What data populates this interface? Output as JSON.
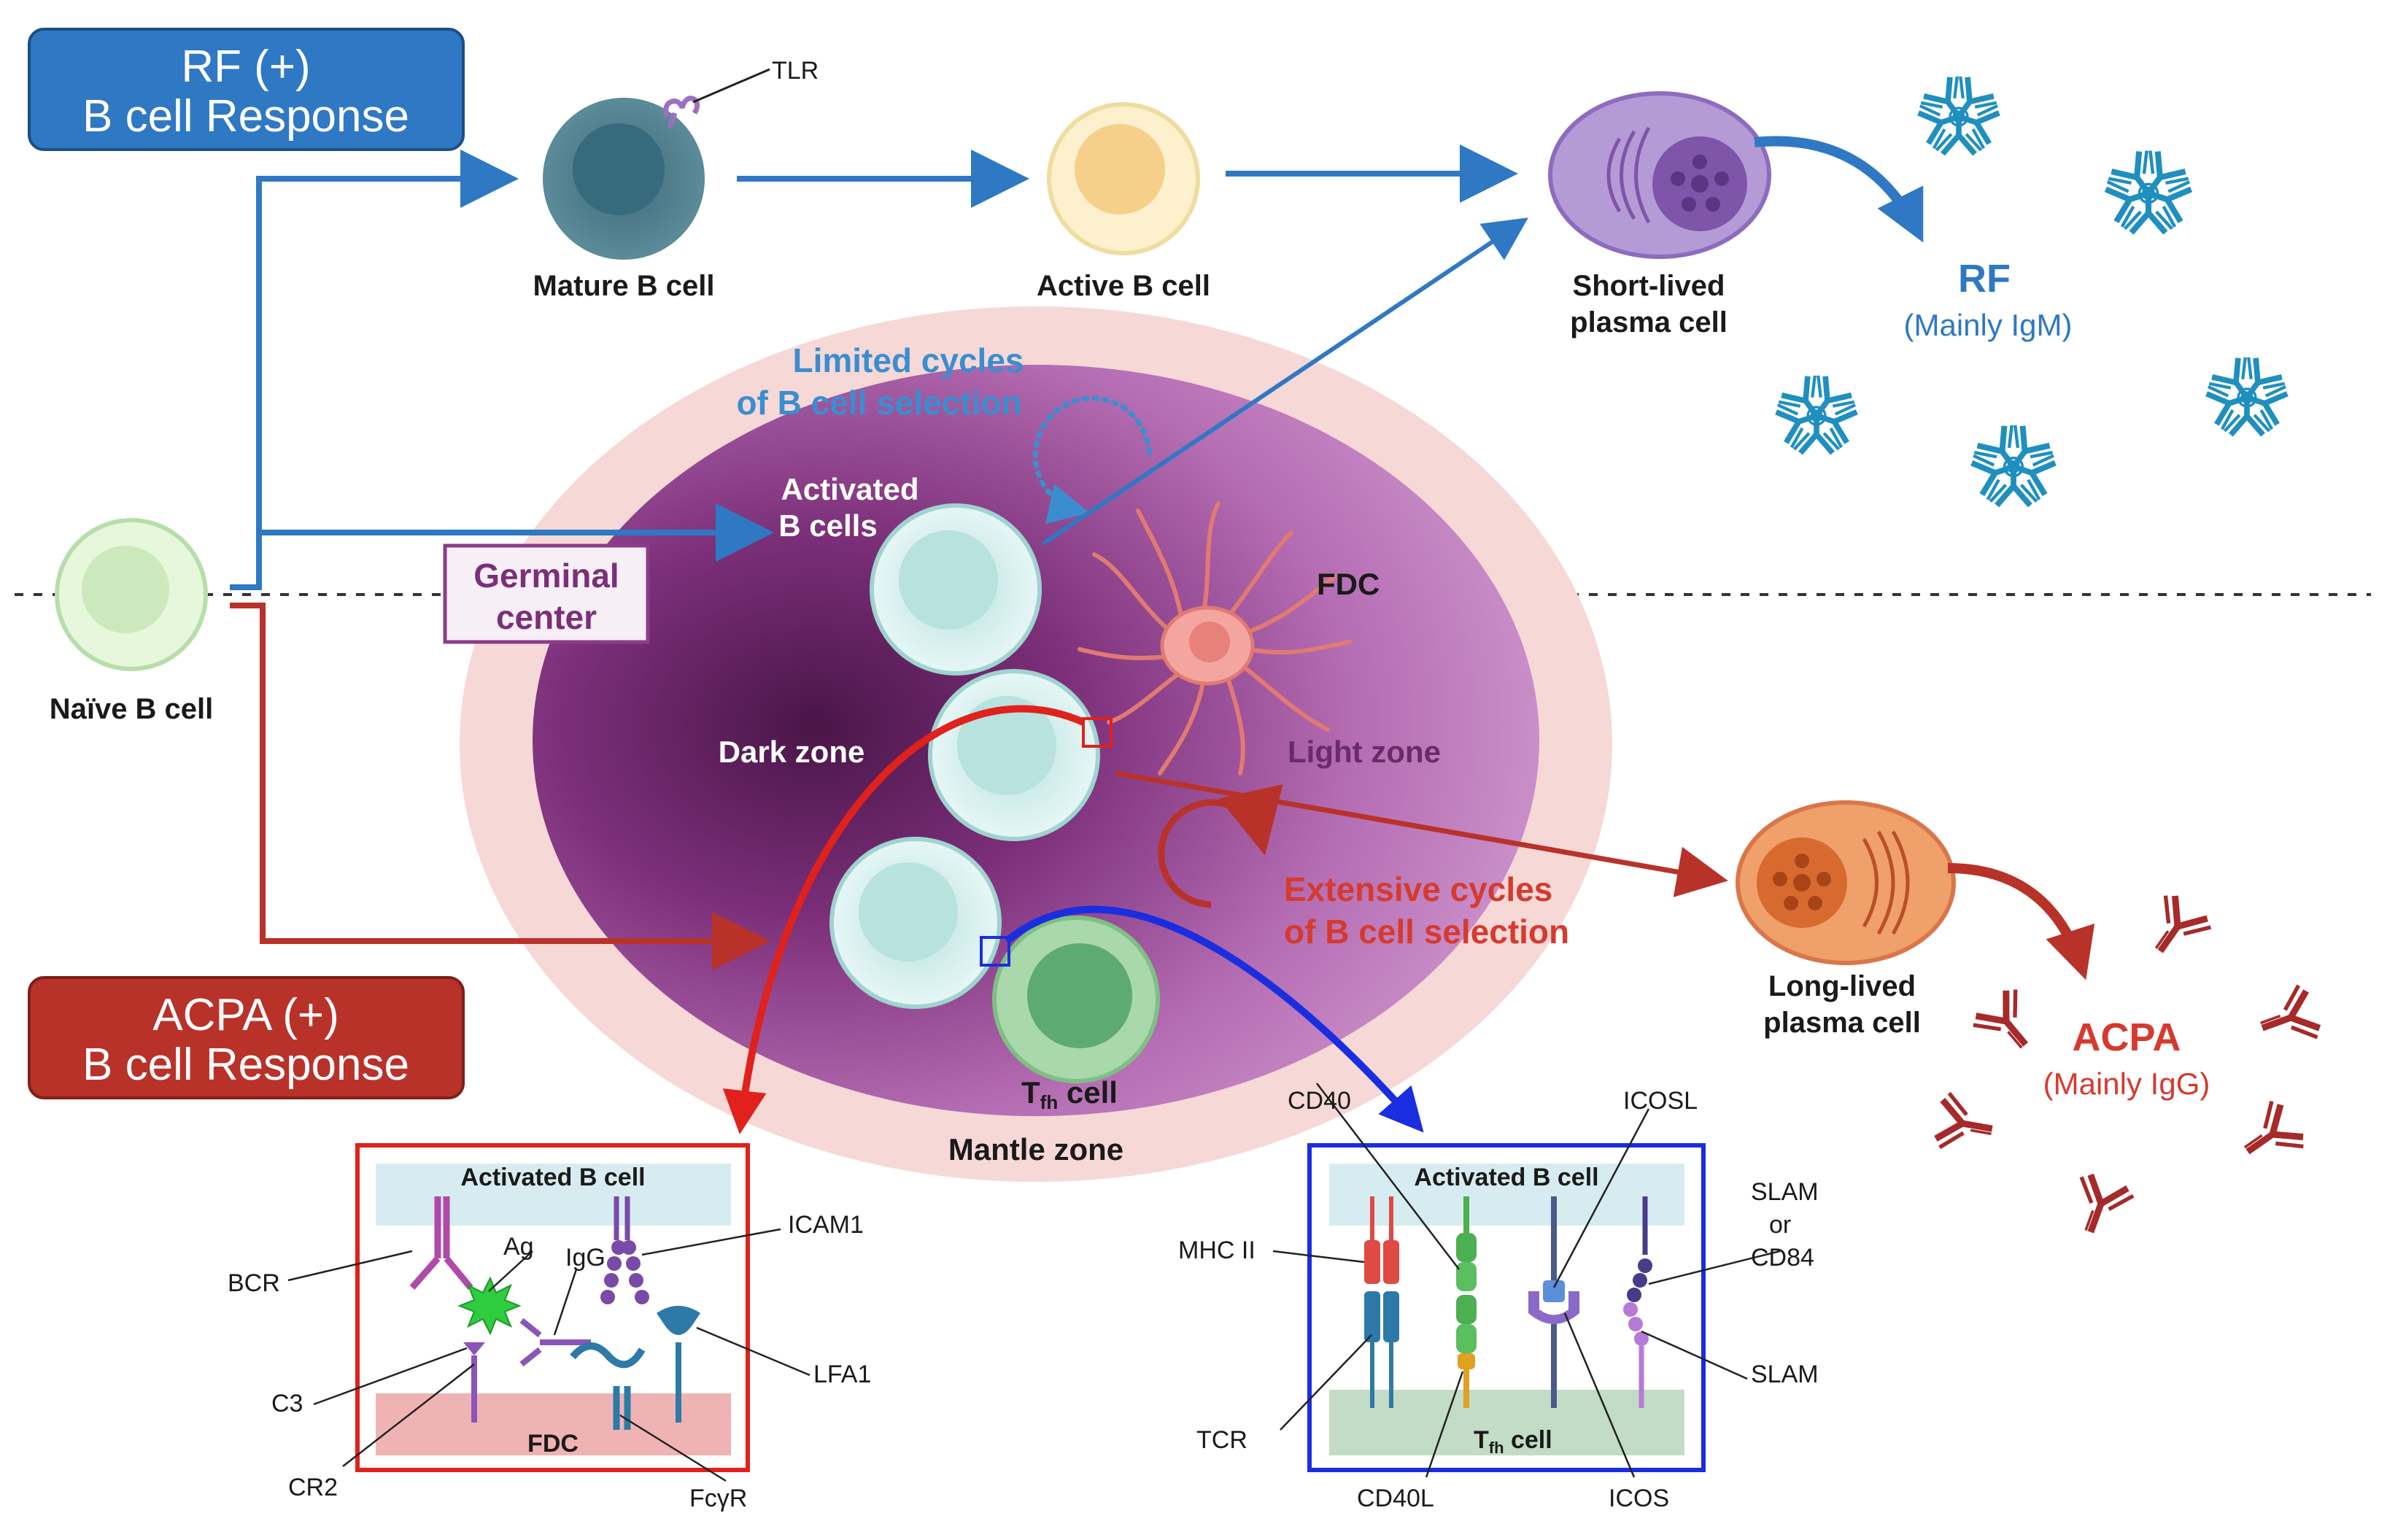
{
  "rf_response": {
    "line1": "RF (+)",
    "line2": "B cell Response"
  },
  "acpa_response": {
    "line1": "ACPA (+)",
    "line2": "B cell Response"
  },
  "cells": {
    "naive": "Naïve B cell",
    "mature": "Mature B cell",
    "active": "Active B cell",
    "tlr": "TLR",
    "short_lived_1": "Short-lived",
    "short_lived_2": "plasma cell",
    "long_lived_1": "Long-lived",
    "long_lived_2": "plasma cell",
    "activated_1": "Activated",
    "activated_2": "B cells",
    "fdc": "FDC",
    "tfh_main": "T",
    "tfh_sub": "fh",
    "tfh_cell": " cell"
  },
  "germinal": {
    "line1": "Germinal",
    "line2": "center",
    "dark_zone": "Dark zone",
    "light_zone": "Light zone",
    "mantle_zone": "Mantle zone",
    "limited_1": "Limited cycles",
    "limited_2": "of B cell selection",
    "extensive_1": "Extensive cycles",
    "extensive_2": "of B cell selection"
  },
  "rf_antibody": {
    "name": "RF",
    "sub": "(Mainly IgM)"
  },
  "acpa_antibody": {
    "name": "ACPA",
    "sub": "(Mainly IgG)"
  },
  "fdc_box": {
    "top": "Activated B cell",
    "bottom": "FDC",
    "bcr": "BCR",
    "ag": "Ag",
    "igg": "IgG",
    "icam1": "ICAM1",
    "lfa1": "LFA1",
    "c3": "C3",
    "cr2": "CR2",
    "fcyr": "FcγR"
  },
  "tfh_box": {
    "top": "Activated B cell",
    "bottom_main": "T",
    "bottom_sub": "fh",
    "bottom_rest": " cell",
    "cd40": "CD40",
    "icosl": "ICOSL",
    "mhc2": "MHC II",
    "slam_cd84_1": "SLAM",
    "slam_cd84_2": "or",
    "slam_cd84_3": "CD84",
    "slam": "SLAM",
    "tcr": "TCR",
    "cd40l": "CD40L",
    "icos": "ICOS"
  },
  "colors": {
    "rf_blue": "#2f78c4",
    "acpa_red": "#b8322a",
    "antibody_blue": "#1f8fbf",
    "antibody_red": "#a62a2a"
  }
}
